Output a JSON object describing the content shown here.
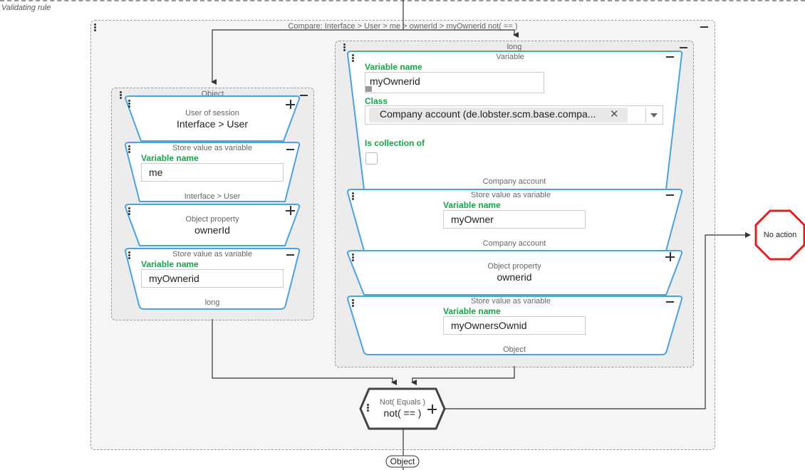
{
  "rule_title": "Validating rule",
  "compare_title": "Compare: Interface > User > me > ownerId > myOwnerid not( == )",
  "left_group": {
    "title": "Object",
    "session_label": "User of session",
    "session_value": "Interface > User",
    "store1_title": "Store value as variable",
    "store1_var_label": "Variable name",
    "store1_var_value": "me",
    "type_after_store1": "Interface > User",
    "prop_label": "Object property",
    "prop_value": "ownerId",
    "store2_title": "Store value as variable",
    "store2_var_label": "Variable name",
    "store2_var_value": "myOwnerid",
    "output_type": "long"
  },
  "right_group": {
    "title": "long",
    "var_block_title": "Variable",
    "var_name_label": "Variable name",
    "var_name_value": "myOwnerid",
    "class_label": "Class",
    "class_value": "Company account (de.lobster.scm.base.compa...",
    "collection_label": "Is collection of",
    "type_after_var": "Company account",
    "store1_title": "Store value as variable",
    "store1_var_label": "Variable name",
    "store1_var_value": "myOwner",
    "type_after_store1": "Company account",
    "prop_label": "Object property",
    "prop_value": "ownerid",
    "store2_title": "Store value as variable",
    "store2_var_label": "Variable name",
    "store2_var_value": "myOwnersOwnid",
    "output_type": "Object"
  },
  "operator": {
    "label": "Not( Equals )",
    "value": "not( == )"
  },
  "no_action_label": "No action",
  "output_badge": "Object",
  "colors": {
    "block_border": "#4aa3df",
    "green": "#16a34a",
    "stop_red": "#e02020"
  }
}
